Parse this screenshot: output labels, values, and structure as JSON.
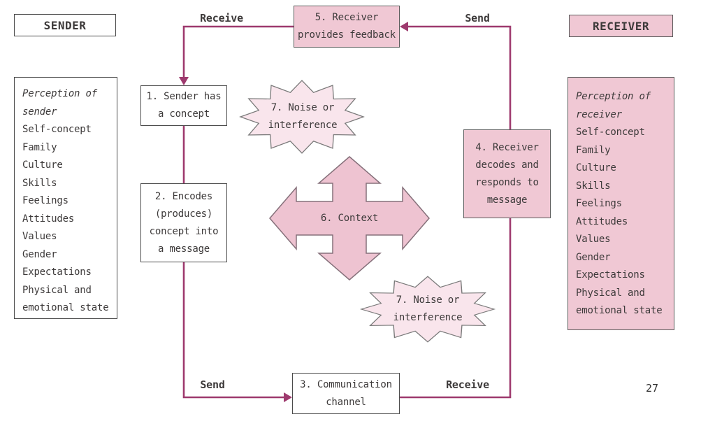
{
  "page": {
    "number": "27"
  },
  "colors": {
    "arrow": "#9e3a6e",
    "pink": "#f0c8d4",
    "light_pink": "#f9e5ec",
    "cross_pink": "#eec3d1",
    "box_border": "#4b4b4b",
    "text": "#3d3a3a"
  },
  "sender": {
    "title": "SENDER",
    "perception": {
      "heading": "Perception of\nsender",
      "items": [
        "Self-concept",
        "Family",
        "Culture",
        "Skills",
        "Feelings",
        "Attitudes",
        "Values",
        "Gender",
        "Expectations",
        "Physical and\nemotional state"
      ]
    }
  },
  "receiver": {
    "title": "RECEIVER",
    "perception": {
      "heading": "Perception of\nreceiver",
      "items": [
        "Self-concept",
        "Family",
        "Culture",
        "Skills",
        "Feelings",
        "Attitudes",
        "Values",
        "Gender",
        "Expectations",
        "Physical and\nemotional state"
      ]
    }
  },
  "flow": {
    "step1": "1. Sender has\na concept",
    "step2": "2. Encodes\n(produces)\nconcept into\na message",
    "step3": "3. Communication\nchannel",
    "step4": "4. Receiver\ndecodes and\nresponds to\nmessage",
    "step5": "5. Receiver\nprovides feedback",
    "context": "6. Context",
    "noise_top": "7. Noise or\ninterference",
    "noise_bottom": "7. Noise or\ninterference"
  },
  "labels": {
    "receive_top": "Receive",
    "send_top": "Send",
    "send_bottom": "Send",
    "receive_bottom": "Receive"
  }
}
